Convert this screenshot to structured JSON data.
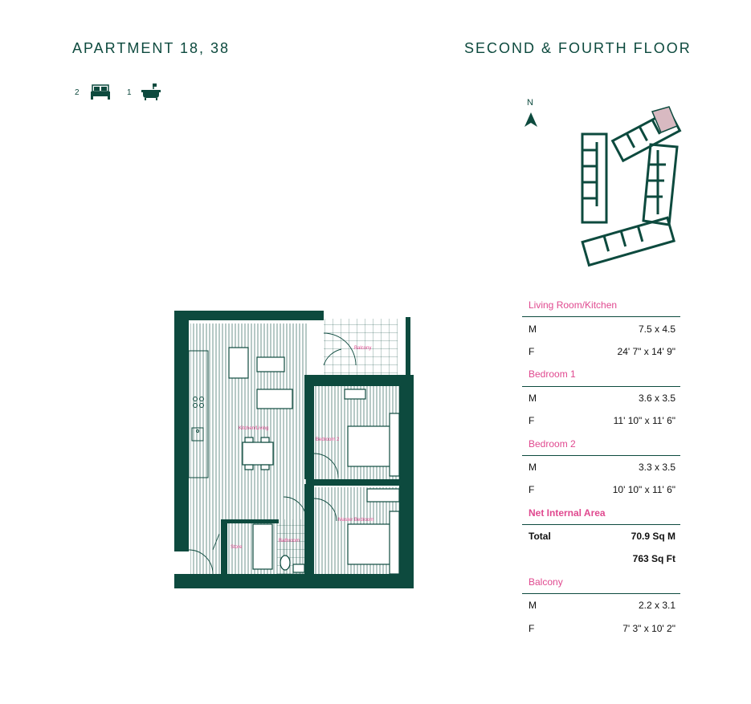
{
  "header": {
    "apartment": "APARTMENT 18, 38",
    "floor": "SECOND & FOURTH FLOOR"
  },
  "icons": {
    "bedrooms_count": "2",
    "bedroom_icon": "bed-icon",
    "bathrooms_count": "1",
    "bathroom_icon": "bath-icon"
  },
  "key_plan": {
    "north_label": "N"
  },
  "floorplan": {
    "rooms": {
      "balcony": "Balcony",
      "kitchen_living": "Kitchen/Living",
      "bedroom2": "Bedroom 2",
      "master_bedroom": "Master Bedroom",
      "store": "Store",
      "bathroom": "Bathroom"
    }
  },
  "specs": {
    "living": {
      "title": "Living Room/Kitchen",
      "m_label": "M",
      "m_value": "7.5 x 4.5",
      "f_label": "F",
      "f_value": "24' 7\" x 14' 9\""
    },
    "bedroom1": {
      "title": "Bedroom 1",
      "m_label": "M",
      "m_value": "3.6 x 3.5",
      "f_label": "F",
      "f_value": "11' 10\" x 11' 6\""
    },
    "bedroom2": {
      "title": "Bedroom 2",
      "m_label": "M",
      "m_value": "3.3 x 3.5",
      "f_label": "F",
      "f_value": "10' 10\" x 11' 6\""
    },
    "nia": {
      "title": "Net Internal Area",
      "total_label": "Total",
      "total_m": "70.9 Sq M",
      "total_ft": "763 Sq Ft"
    },
    "balcony": {
      "title": "Balcony",
      "m_label": "M",
      "m_value": "2.2 x 3.1",
      "f_label": "F",
      "f_value": "7' 3\" x 10' 2\""
    }
  },
  "colors": {
    "brand_green": "#0d4a3e",
    "accent_pink": "#e0498f",
    "highlight_unit": "#d8b9c1"
  }
}
